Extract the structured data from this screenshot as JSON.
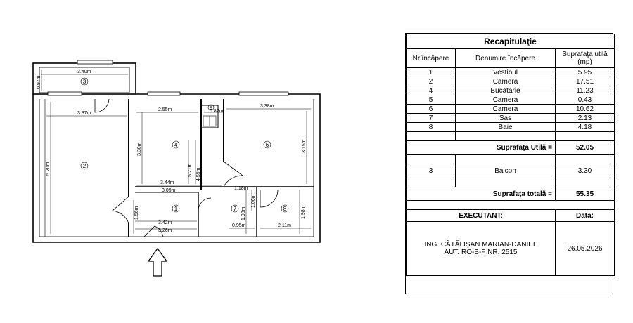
{
  "plan": {
    "dimensions": {
      "balcony_width": "3.40m",
      "balcony_depth": "0.97m",
      "room2_width": "3.37m",
      "room2_height": "5.20m",
      "room4_width": "2.55m",
      "room4_height": "3.30m",
      "room5_width": "0.82m",
      "room6_width": "3.38m",
      "room6_height": "3.15m",
      "hall_total_width": "3.44m",
      "hall_inner_width": "3.09m",
      "hall_height_a": "5.21m",
      "hall_height_b": "4.59m",
      "room1_width_a": "3.42m",
      "room1_width_b": "3.26m",
      "room1_height": "1.56m",
      "room7_top": "1.18m",
      "room7_height": "1.98m",
      "room7_height_b": "1.06m",
      "room7_bottom": "0.95m",
      "room8_width": "2.11m",
      "room8_height": "1.98m"
    },
    "room_numbers": [
      "1",
      "2",
      "3",
      "4",
      "5",
      "6",
      "7",
      "8"
    ]
  },
  "recap": {
    "title": "Recapitulaţie",
    "col_nr": "Nr.încăpere",
    "col_name": "Denumire încăpere",
    "col_area": "Suprafaţa utilă (mp)",
    "rooms": [
      {
        "nr": "1",
        "name": "Vestibul",
        "area": "5.95"
      },
      {
        "nr": "2",
        "name": "Camera",
        "area": "17.51"
      },
      {
        "nr": "4",
        "name": "Bucatarie",
        "area": "11.23"
      },
      {
        "nr": "5",
        "name": "Camera",
        "area": "0.43"
      },
      {
        "nr": "6",
        "name": "Camera",
        "area": "10.62"
      },
      {
        "nr": "7",
        "name": "Sas",
        "area": "2.13"
      },
      {
        "nr": "8",
        "name": "Baie",
        "area": "4.18"
      }
    ],
    "util_label": "Suprafaţa Utilă =",
    "util_value": "52.05",
    "balcony": {
      "nr": "3",
      "name": "Balcon",
      "area": "3.30"
    },
    "total_label": "Suprafaţa totală =",
    "total_value": "55.35",
    "executant_label": "EXECUTANT:",
    "date_label": "Data:",
    "engineer": "ING. CĂTĂLIŞAN MARIAN-DANIEL",
    "authorization": "AUT. RO-B-F NR. 2515",
    "date": "26.05.2026"
  }
}
